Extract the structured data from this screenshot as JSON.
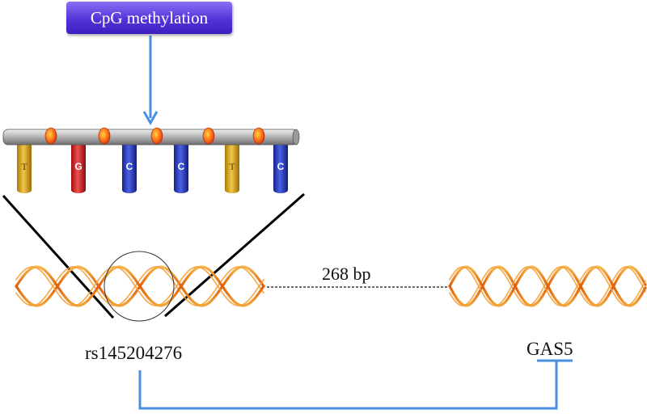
{
  "title": "CpG methylation",
  "bases": [
    {
      "letter": "T",
      "color": "#d9a81d",
      "text_color": "#5a3a00"
    },
    {
      "letter": "G",
      "color": "#d42a2a",
      "text_color": "#ffffff"
    },
    {
      "letter": "C",
      "color": "#2b3fbf",
      "text_color": "#ffffff"
    },
    {
      "letter": "C",
      "color": "#2b3fbf",
      "text_color": "#ffffff"
    },
    {
      "letter": "T",
      "color": "#d9a81d",
      "text_color": "#5a3a00"
    },
    {
      "letter": "C",
      "color": "#2b3fbf",
      "text_color": "#ffffff"
    }
  ],
  "distance_label": "268 bp",
  "snp_label": "rs145204276",
  "gene_label": "GAS5",
  "colors": {
    "arrow": "#4a90e2",
    "connector": "#4a90e2",
    "helix": "#f08a1c",
    "backbone": "#a9a9a9",
    "methyl": "#e8521a"
  }
}
